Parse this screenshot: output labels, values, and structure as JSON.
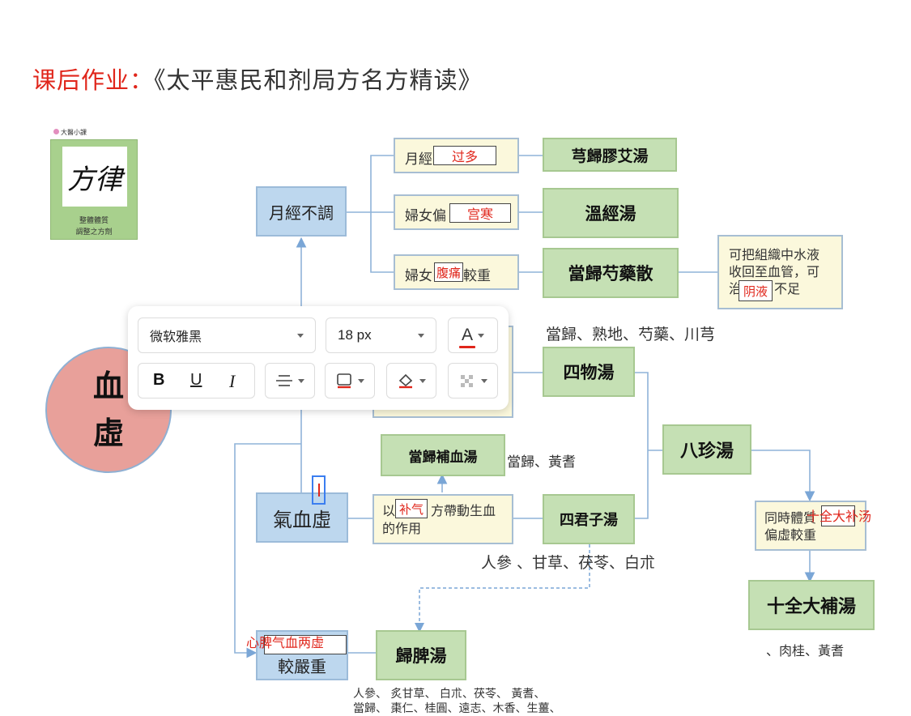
{
  "title": {
    "prefix": "课后作业",
    "sep": "：",
    "main": "《太平惠民和剂局方名方精读》"
  },
  "logo": {
    "brand": "大醫小課",
    "glyph": "方律",
    "caption_line1": "整體體質",
    "caption_line2": "調整之方劑"
  },
  "root": {
    "line1": "血",
    "line2": "虛"
  },
  "nodes": {
    "yuejing": "月經不調",
    "qixuexu": "氣血虛",
    "jiaoyanzhong": "較嚴重",
    "xiongguijiaoai": "芎歸膠艾湯",
    "wenjing": "溫經湯",
    "danggui_shaoyao": "當歸芍藥散",
    "siwu": "四物湯",
    "danggui_buxue": "當歸補血湯",
    "sijunzi": "四君子湯",
    "bazhen": "八珍湯",
    "shiquan": "十全大補湯",
    "guipi": "歸脾湯"
  },
  "cream_boxes": {
    "c1_pre": "月經",
    "c2_pre": "婦女偏",
    "c3_pre": "婦女",
    "c3_post": "較重",
    "c4_l1": "可把組織中水液",
    "c4_l2": "收回至血管，可",
    "c4_l3_pre": "治",
    "c4_l3_post": "不足",
    "c5_l1_pre": "以",
    "c5_l1_post": "方帶動生血",
    "c5_l2": "的作用",
    "c6_l1": "同時體質",
    "c6_l2": "偏虛較重"
  },
  "overlays": {
    "guoduo": "过多",
    "gonghan": "宫寒",
    "futong": "腹痛",
    "yinye": "阴液",
    "buqi": "补气",
    "shiquan_red": "十全大补汤",
    "xinpi": "心脾气血两虚"
  },
  "notes": {
    "siwu_herbs": "當歸、熟地、芍藥、川芎",
    "buxue_herbs": "當歸、黃耆",
    "sijunzi_herbs": "人參 、甘草、茯苓、白朮",
    "shiquan_herbs": "、肉桂、黃耆",
    "guipi_herbs_1": "人參、 炙甘草、 白朮、茯苓、 黃耆、",
    "guipi_herbs_2": "當歸、 棗仁、桂圓、遠志、木香、生薑、"
  },
  "toolbar": {
    "font_family": "微软雅黑",
    "font_size": "18 px",
    "color_label": "A",
    "bold": "B",
    "underline": "U",
    "italic": "I",
    "accent_color": "#e0261b"
  }
}
